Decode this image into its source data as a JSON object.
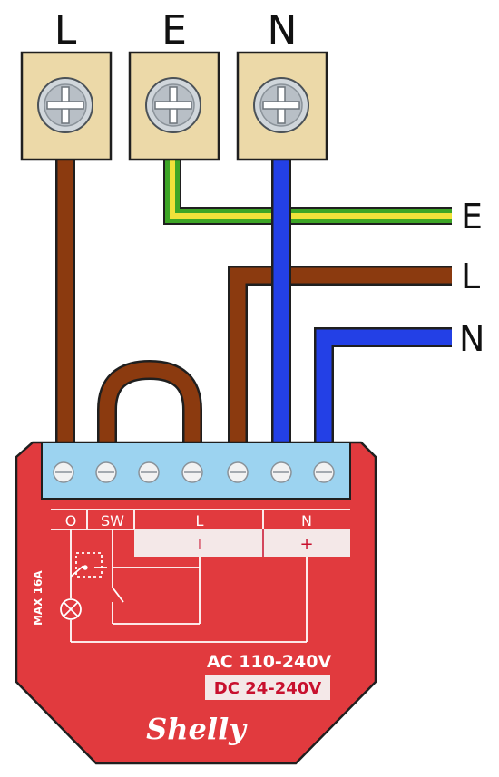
{
  "terminal_block": {
    "labels": [
      "L",
      "E",
      "N"
    ]
  },
  "wire_labels": {
    "earth": "E",
    "live": "L",
    "neutral": "N"
  },
  "device": {
    "brand": "Shelly",
    "header_o": "O",
    "header_sw": "SW",
    "header_l": "L",
    "header_n": "N",
    "row2_l_symbol": "⊥",
    "row2_n_symbol": "+",
    "rating": "MAX 16A",
    "ac_rating": "AC 110-240V",
    "dc_rating": "DC 24-240V"
  },
  "colors": {
    "live_wire": "#8b3a0f",
    "neutral_wire": "#2340e6",
    "earth_green": "#3da526",
    "earth_yellow": "#f0e23a",
    "terminal_body": "#ecd9a8",
    "terminal_strip": "#9cd3f0",
    "device_red": "#e13a3e"
  },
  "icons": [
    "screw-icon",
    "lamp-icon",
    "switch-icon",
    "shelly-logo"
  ]
}
